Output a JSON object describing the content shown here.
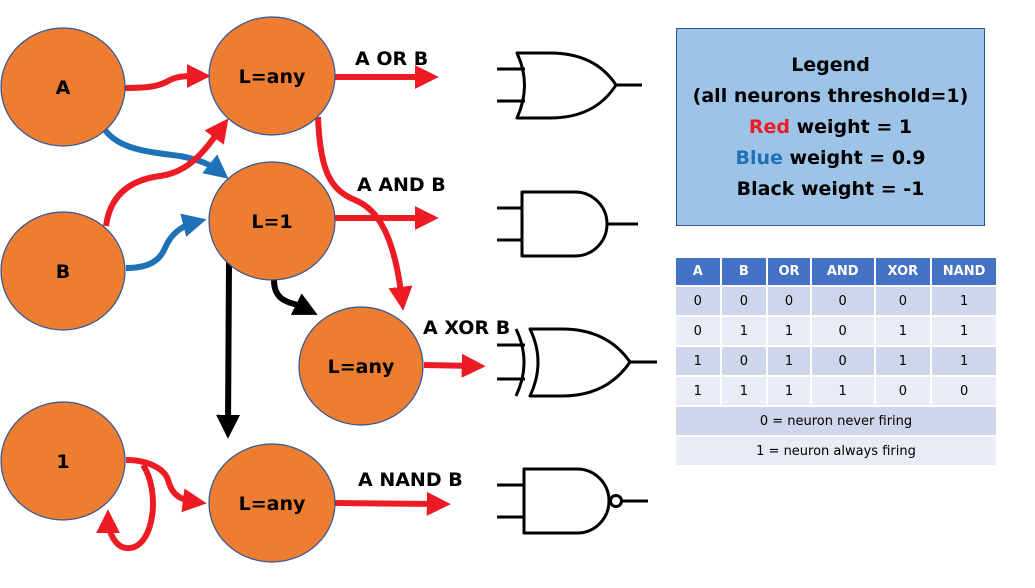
{
  "nodes": {
    "input_a": "A",
    "input_b": "B",
    "bias": "1",
    "or_neuron": "L=any",
    "and_neuron": "L=1",
    "xor_neuron": "L=any",
    "nand_neuron": "L=any"
  },
  "outputs": {
    "or": "A OR B",
    "and": "A AND B",
    "xor": "A XOR B",
    "nand": "A NAND B"
  },
  "gates": [
    "or-gate-icon",
    "and-gate-icon",
    "xor-gate-icon",
    "nand-gate-icon"
  ],
  "legend": {
    "title": "Legend",
    "subtitle": "(all neurons threshold=1)",
    "red_word": "Red",
    "red_rest": " weight = 1",
    "blue_word": "Blue",
    "blue_rest": " weight = 0.9",
    "black_line": "Black weight = -1"
  },
  "colors": {
    "neuron_fill": "#ed7d31",
    "neuron_stroke": "#2f5597",
    "red_edge": "#ed1c24",
    "blue_edge": "#1f72b8",
    "black_edge": "#000000",
    "legend_bg": "#9dc3e6",
    "table_header": "#4472c4"
  },
  "truth_table": {
    "headers": [
      "A",
      "B",
      "OR",
      "AND",
      "XOR",
      "NAND"
    ],
    "rows": [
      [
        "0",
        "0",
        "0",
        "0",
        "0",
        "1"
      ],
      [
        "0",
        "1",
        "1",
        "0",
        "1",
        "1"
      ],
      [
        "1",
        "0",
        "1",
        "0",
        "1",
        "1"
      ],
      [
        "1",
        "1",
        "1",
        "1",
        "0",
        "0"
      ]
    ],
    "notes": [
      "0 = neuron never firing",
      "1 = neuron always firing"
    ]
  }
}
